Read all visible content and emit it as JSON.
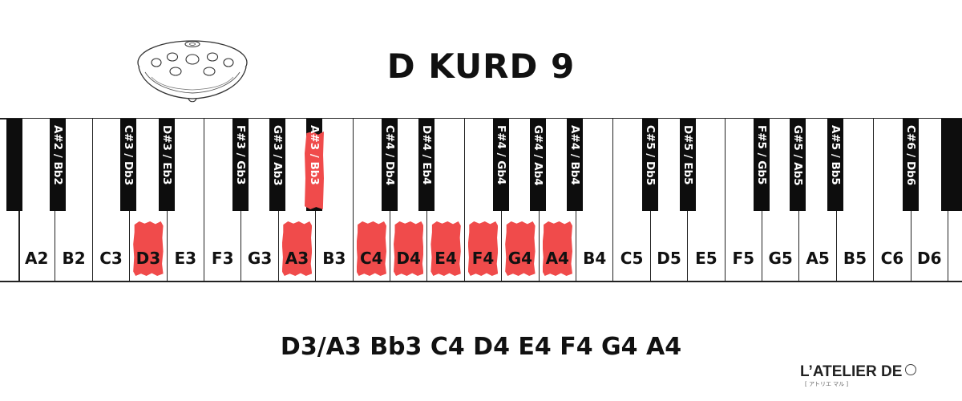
{
  "title": "D KURD 9",
  "scale_text": "D3/A3 Bb3 C4 D4 E4 F4 G4 A4",
  "brand": {
    "name": "L’ATELIER DE",
    "sub": "[ アトリエ マル ]"
  },
  "colors": {
    "highlight": "#f04b4b",
    "black_key": "#0d0d0d",
    "outline": "#222222"
  },
  "keyboard": {
    "white_keys": [
      {
        "label": "A2",
        "highlighted": false
      },
      {
        "label": "B2",
        "highlighted": false
      },
      {
        "label": "C3",
        "highlighted": false
      },
      {
        "label": "D3",
        "highlighted": true
      },
      {
        "label": "E3",
        "highlighted": false
      },
      {
        "label": "F3",
        "highlighted": false
      },
      {
        "label": "G3",
        "highlighted": false
      },
      {
        "label": "A3",
        "highlighted": true
      },
      {
        "label": "B3",
        "highlighted": false
      },
      {
        "label": "C4",
        "highlighted": true
      },
      {
        "label": "D4",
        "highlighted": true
      },
      {
        "label": "E4",
        "highlighted": true
      },
      {
        "label": "F4",
        "highlighted": true
      },
      {
        "label": "G4",
        "highlighted": true
      },
      {
        "label": "A4",
        "highlighted": true
      },
      {
        "label": "B4",
        "highlighted": false
      },
      {
        "label": "C5",
        "highlighted": false
      },
      {
        "label": "D5",
        "highlighted": false
      },
      {
        "label": "E5",
        "highlighted": false
      },
      {
        "label": "F5",
        "highlighted": false
      },
      {
        "label": "G5",
        "highlighted": false
      },
      {
        "label": "A5",
        "highlighted": false
      },
      {
        "label": "B5",
        "highlighted": false
      },
      {
        "label": "C6",
        "highlighted": false
      },
      {
        "label": "D6",
        "highlighted": false
      }
    ],
    "black_keys": [
      {
        "label": "",
        "highlighted": false
      },
      {
        "label": "A#2 / Bb2",
        "highlighted": false
      },
      {
        "label": "C#3 / Db3",
        "highlighted": false
      },
      {
        "label": "D#3 / Eb3",
        "highlighted": false
      },
      {
        "label": "F#3 / Gb3",
        "highlighted": false
      },
      {
        "label": "G#3 / Ab3",
        "highlighted": false
      },
      {
        "label": "A#3 / Bb3",
        "highlighted": true
      },
      {
        "label": "C#4 / Db4",
        "highlighted": false
      },
      {
        "label": "D#4 / Eb4",
        "highlighted": false
      },
      {
        "label": "F#4 / Gb4",
        "highlighted": false
      },
      {
        "label": "G#4 / Ab4",
        "highlighted": false
      },
      {
        "label": "A#4 / Bb4",
        "highlighted": false
      },
      {
        "label": "C#5 / Db5",
        "highlighted": false
      },
      {
        "label": "D#5 / Eb5",
        "highlighted": false
      },
      {
        "label": "F#5 / Gb5",
        "highlighted": false
      },
      {
        "label": "G#5 / Ab5",
        "highlighted": false
      },
      {
        "label": "A#5 / Bb5",
        "highlighted": false
      },
      {
        "label": "C#6 / Db6",
        "highlighted": false
      },
      {
        "label": "",
        "highlighted": false
      }
    ]
  }
}
